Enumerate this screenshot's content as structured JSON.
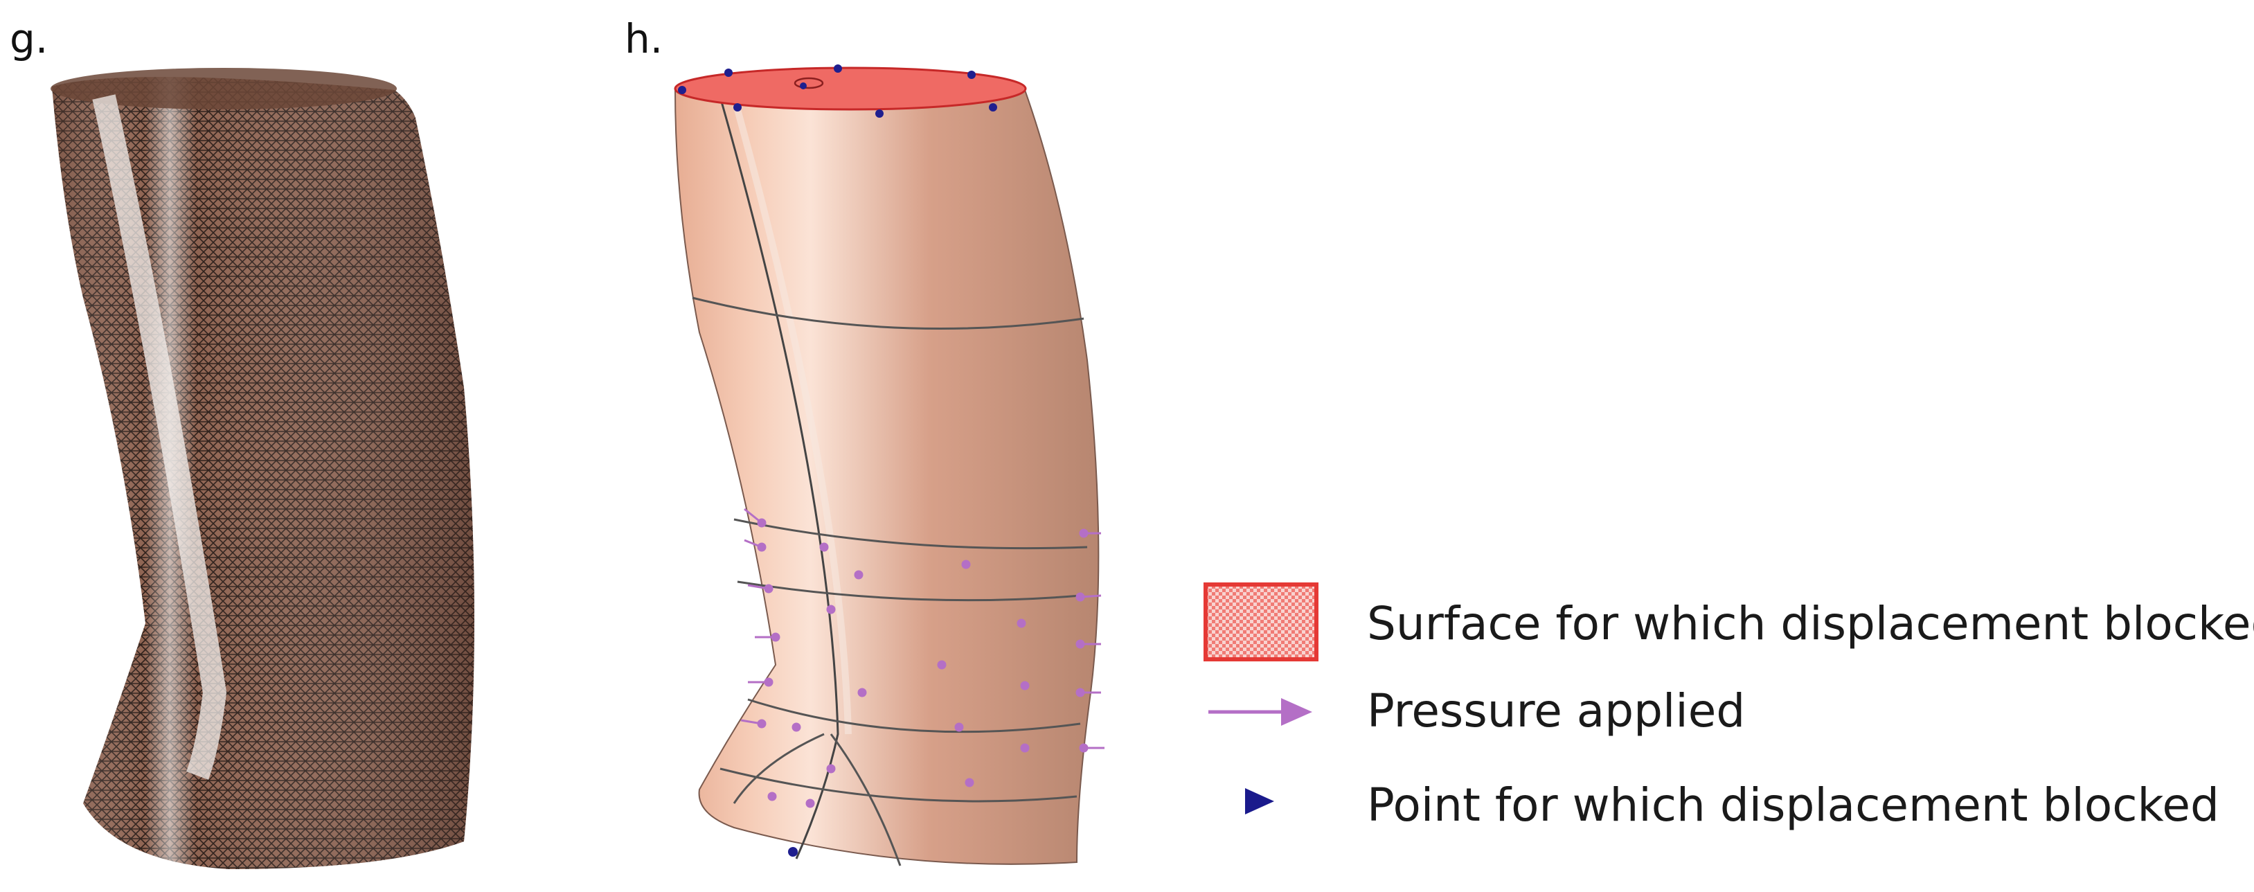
{
  "panels": {
    "g": {
      "label": "g."
    },
    "h": {
      "label": "h."
    }
  },
  "legend": {
    "surface": {
      "text": "Surface for which displacement blocked",
      "color": "#e53935"
    },
    "pressure": {
      "text": "Pressure applied",
      "color": "#b46fc6"
    },
    "point": {
      "text": "Point for which displacement blocked",
      "color": "#1a1a8c"
    }
  },
  "colors": {
    "skin": "#e8b39a",
    "mesh": "#3a2a24",
    "fixed_surface": "#ef6a64"
  }
}
